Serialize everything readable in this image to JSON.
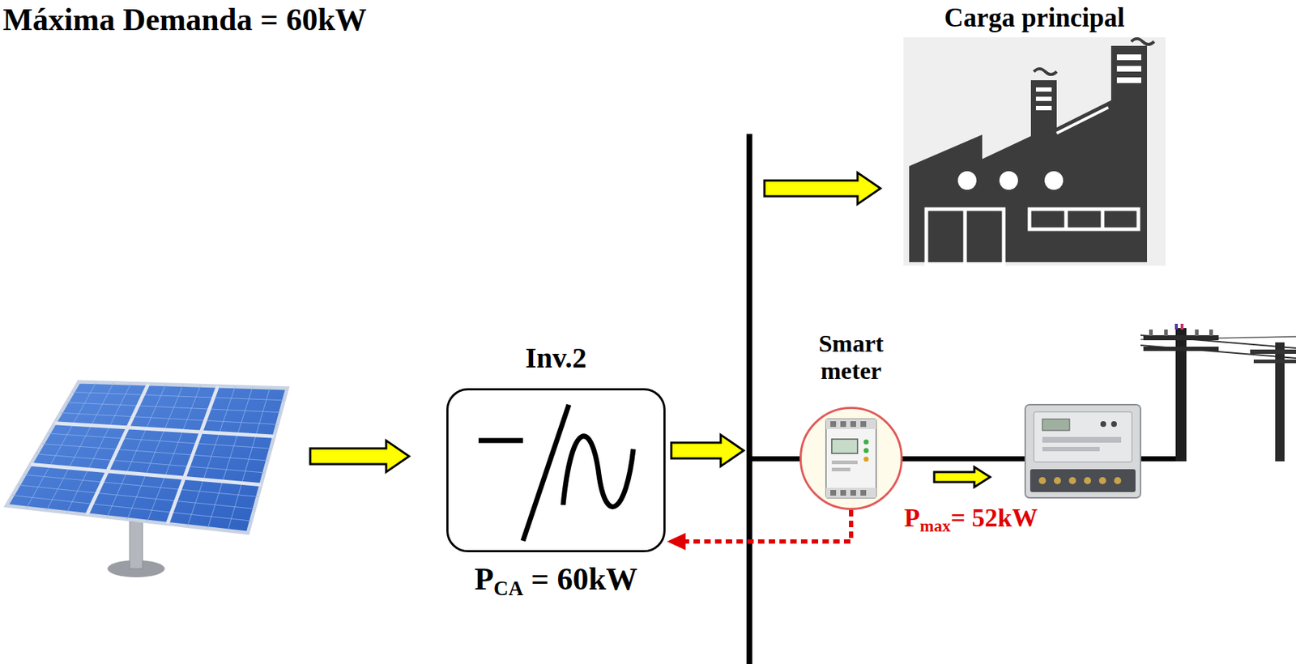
{
  "diagram": {
    "nodes": [
      {
        "text": [
          "Carga principal"
        ]
      },
      {
        "text": [
          "Inv.2",
          "PCA = 60kW"
        ]
      },
      {
        "text": [
          "Smart meter"
        ]
      }
    ],
    "edges": [
      {
        "from": 2,
        "to": 1,
        "arrow": "to"
      }
    ],
    "labels": [
      "Máxima Demanda = 60kW",
      "Pmax= 52kW"
    ]
  }
}
